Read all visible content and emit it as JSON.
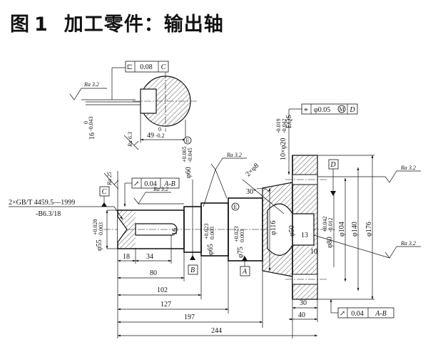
{
  "title": {
    "figure": "图",
    "number": "1",
    "text": "加工零件：输出轴"
  },
  "section_view": {
    "flat_tol_symbol": "⊏",
    "flat_tol_value": "0.08",
    "flat_tol_datum": "C",
    "keyway_depth_nom": "16",
    "keyway_depth_tol": "-0.043",
    "keyway_depth_zero": "0",
    "depth_49": "49",
    "depth_49_zero": "0",
    "depth_49_tol": "-0.2",
    "ra_32": "Ra 3.2",
    "ra_63": "Ra 6.3"
  },
  "left_notes": {
    "center_hole_1": "2×GB/T 4459.5—1999",
    "center_hole_2": "-B6.3/18",
    "datum_c": "C",
    "ra_25": "Ra 25",
    "runout_value": "0.04",
    "runout_datum": "A-B",
    "ra_32": "Ra 3.2"
  },
  "diameters": {
    "d55": "φ55",
    "d55_tol_up": "+0.028",
    "d55_tol_lo": "0.003",
    "d16": "16",
    "d60": "φ60",
    "d60_tol_up": "+0.065",
    "d60_tol_lo": "-0.045",
    "d65": "φ65",
    "d65_tol_up": "+0.023",
    "d65_tol_lo": "0.003",
    "d75": "φ75",
    "d75_tol_up": "+0.023",
    "d75_tol_lo": "0.003",
    "d116": "φ116",
    "d50": "φ50",
    "d80": "φ80",
    "d80_tol_up": "+0.042",
    "d80_tol_lo": "-0.012",
    "d104": "φ104",
    "d140": "φ140",
    "d176": "φ176",
    "e_mark": "E"
  },
  "flange": {
    "position_tol_value": "φ0.05",
    "position_tol_modifier": "M",
    "position_tol_datum": "D",
    "holes": "10×φ20",
    "holes_tol_up": "-0.019",
    "holes_tol_lo": "-0.042",
    "eqs": "EQS",
    "chamfer_holes": "2×φ8",
    "angle": "30°",
    "ra_32_top": "Ra 3.2",
    "ra_32_flange_right": "Ra 3.2",
    "ra_32_flange_face": "Ra 3.2",
    "datum_d": "D",
    "len13": "13",
    "len10": "10",
    "runout_value": "0.04",
    "runout_datum": "A-B"
  },
  "datums": {
    "a": "A",
    "b": "B"
  },
  "lengths": {
    "l18": "18",
    "l34": "34",
    "l80": "80",
    "l102": "102",
    "l127": "127",
    "l197": "197",
    "l244": "244",
    "l30": "30",
    "l40": "40"
  }
}
